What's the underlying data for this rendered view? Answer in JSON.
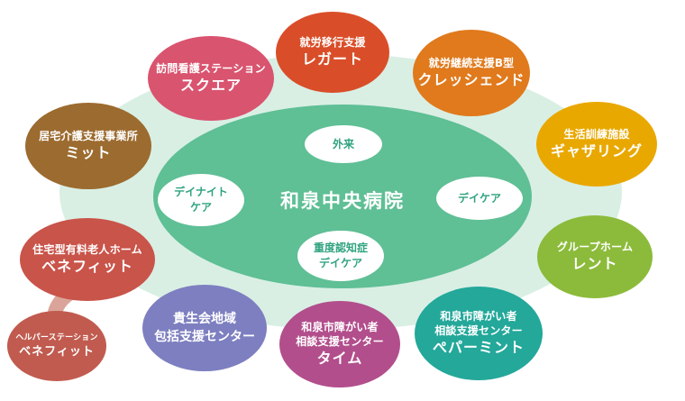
{
  "center": {
    "title": "和泉中央病院"
  },
  "inner": [
    {
      "id": "gairai",
      "lines": [
        "外来"
      ]
    },
    {
      "id": "daycare",
      "lines": [
        "デイケア"
      ]
    },
    {
      "id": "juudo",
      "lines": [
        "重度認知症",
        "デイケア"
      ]
    },
    {
      "id": "daynight",
      "lines": [
        "デイナイト",
        "ケア"
      ]
    }
  ],
  "outer": [
    {
      "id": "regato",
      "small": "就労移行支援",
      "big": "レガート",
      "color": "#d94e29"
    },
    {
      "id": "crescendo",
      "small": "就労継続支援B型",
      "big": "クレッシェンド",
      "color": "#e07a1c"
    },
    {
      "id": "gathering",
      "small": "生活訓練施設",
      "big": "ギャザリング",
      "color": "#e9a800"
    },
    {
      "id": "rent",
      "small": "グループホーム",
      "big": "レント",
      "color": "#8cbb3b"
    },
    {
      "id": "peppermint",
      "small": "和泉市障がい者\n相談支援センター",
      "big": "ぺパーミント",
      "color": "#23a89a"
    },
    {
      "id": "time",
      "small": "和泉市障がい者\n相談支援センター",
      "big": "タイム",
      "color": "#b24e8c"
    },
    {
      "id": "kisei",
      "mid": "貴生会地域\n包括支援センター",
      "color": "#7d7fc0"
    },
    {
      "id": "benefit-home",
      "small": "住宅型有料老人ホーム",
      "big": "ベネフィット",
      "color": "#c9544a"
    },
    {
      "id": "benefit-helper",
      "small": "ヘルパーステーション",
      "big": "ベネフィット",
      "color": "#c15b4f"
    },
    {
      "id": "mitto",
      "small": "居宅介護支援事業所",
      "big": "ミット",
      "color": "#9c6b2f"
    },
    {
      "id": "square",
      "small": "訪問看護ステーション",
      "big": "スクエア",
      "color": "#d9546f"
    }
  ],
  "colors": {
    "outer_ellipse": "#d9efe4",
    "inner_ellipse": "#5fbf95",
    "connector": "#dba49a"
  }
}
